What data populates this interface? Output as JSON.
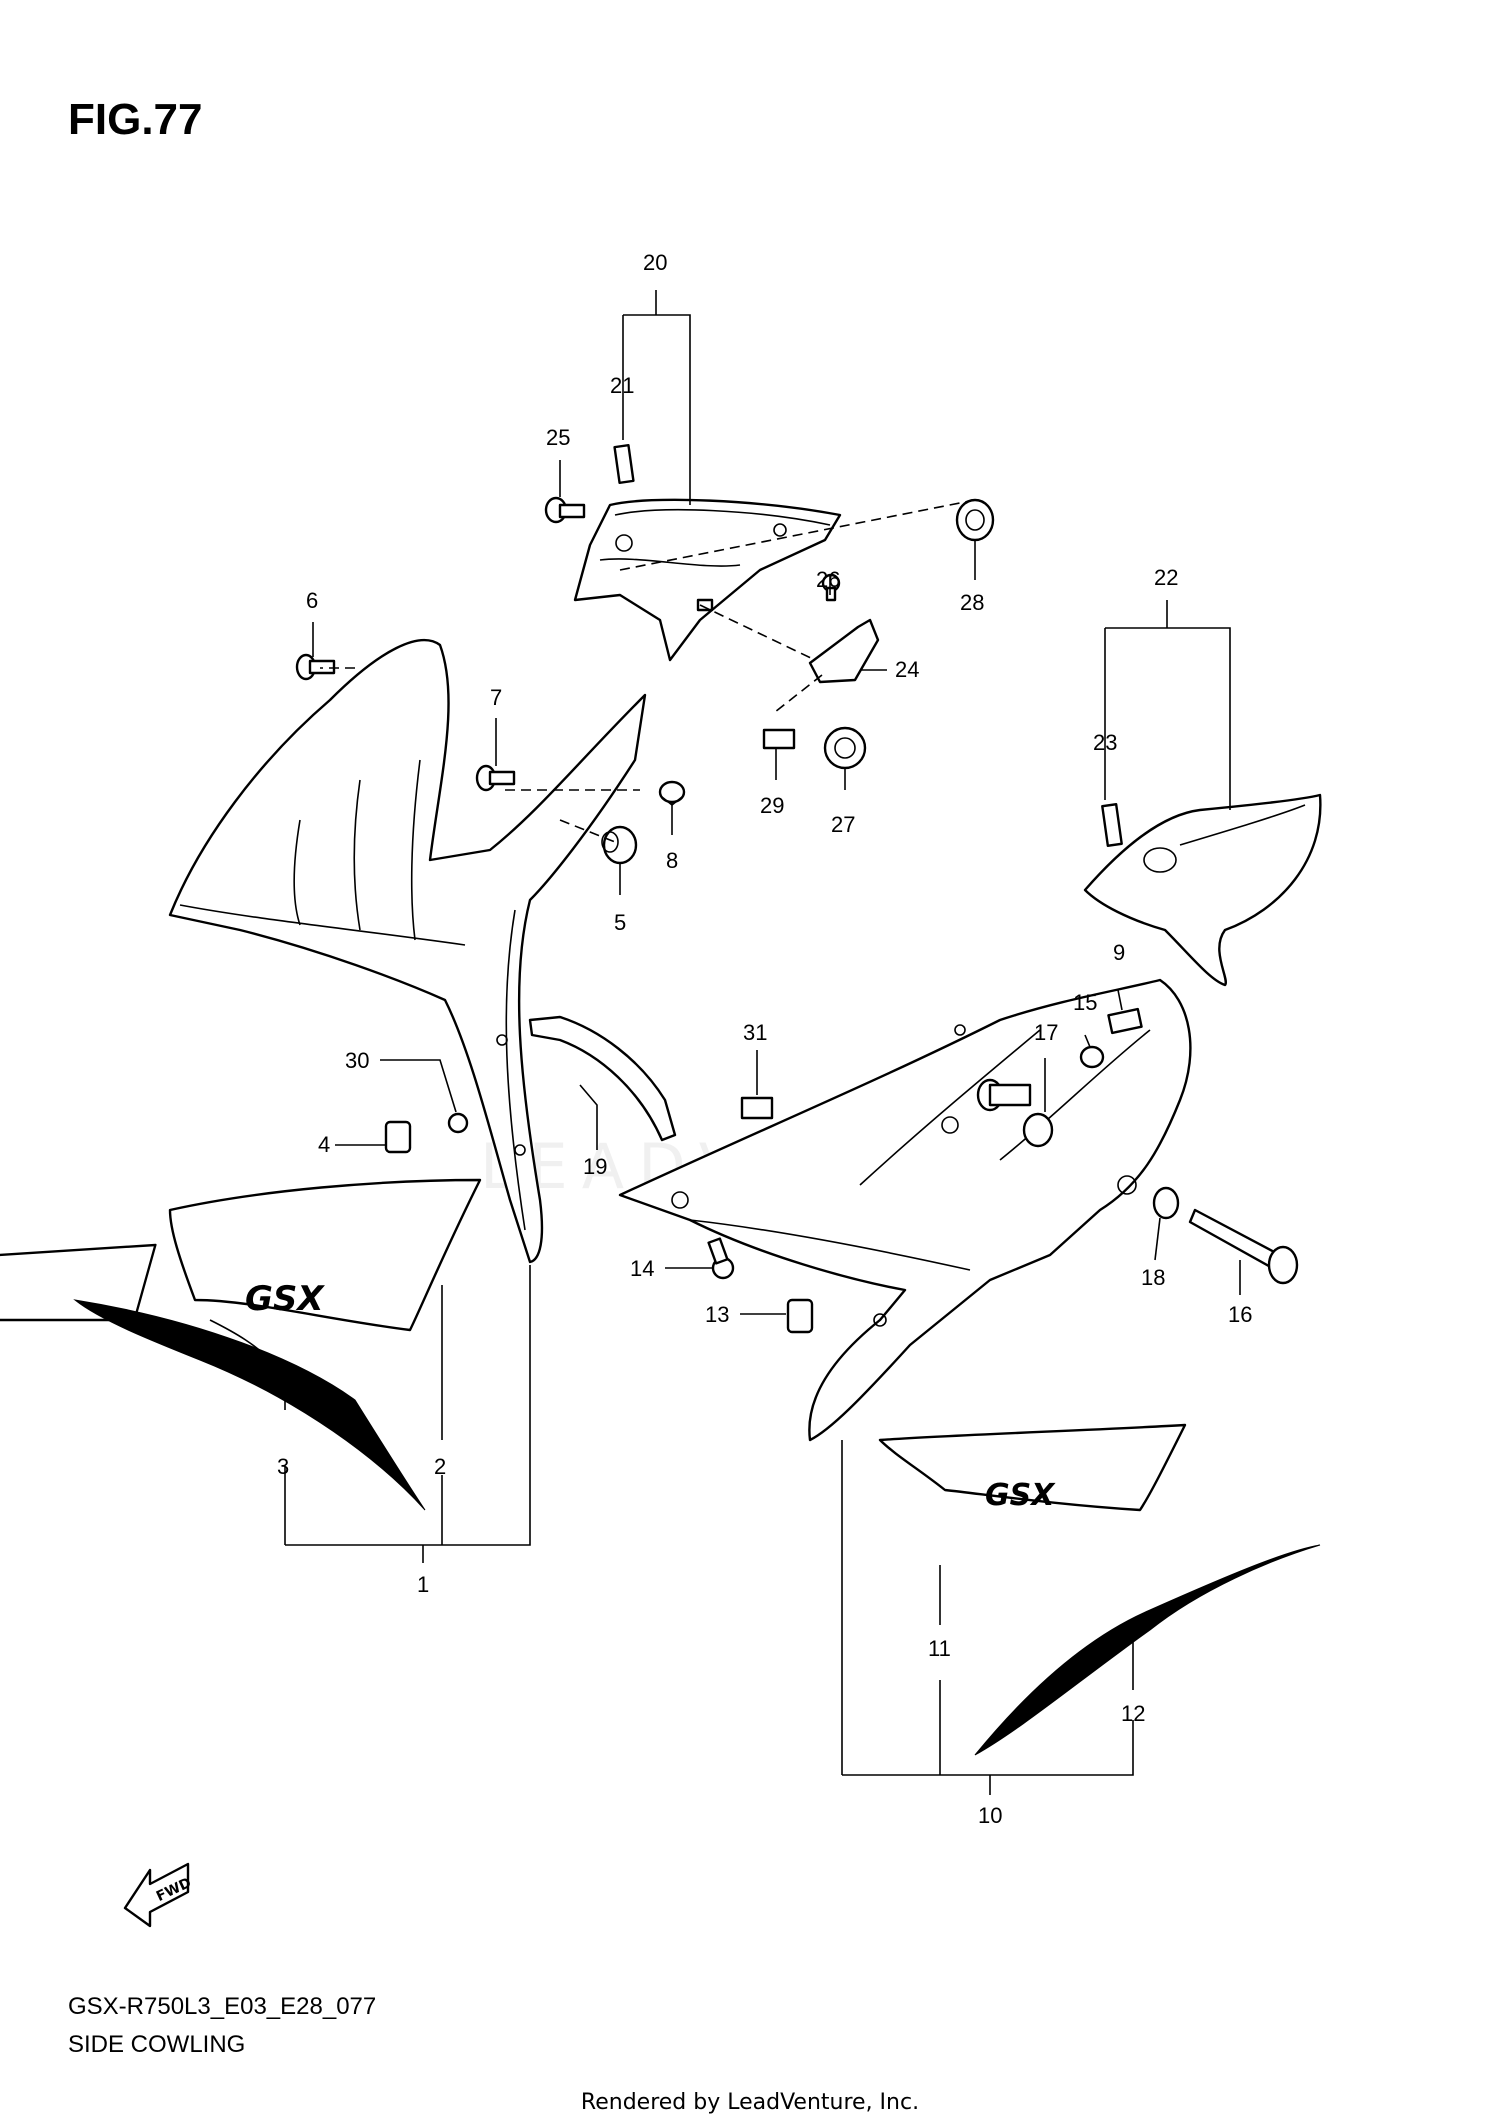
{
  "figure": {
    "title": "FIG.77",
    "model_code": "GSX-R750L3_E03_E28_077",
    "section_name": "SIDE COWLING",
    "rendered_by": "Rendered by LeadVenture, Inc.",
    "fwd_label": "FWD",
    "watermark": "LEADVENTURE",
    "decal_text": "GSX"
  },
  "callouts": [
    "1",
    "2",
    "3",
    "4",
    "5",
    "6",
    "7",
    "8",
    "9",
    "10",
    "11",
    "12",
    "13",
    "14",
    "15",
    "16",
    "17",
    "18",
    "19",
    "20",
    "21",
    "22",
    "23",
    "24",
    "25",
    "26",
    "27",
    "28",
    "29",
    "30",
    "31"
  ]
}
